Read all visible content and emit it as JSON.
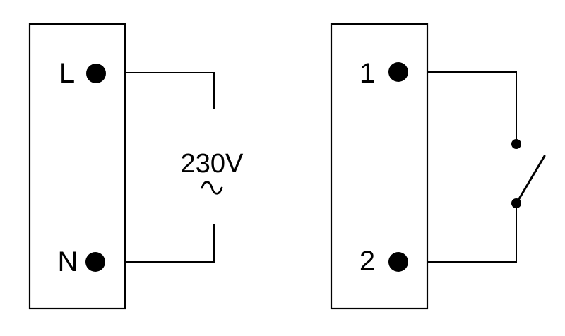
{
  "page": {
    "background": "#ffffff",
    "line_color": "#000000"
  },
  "left_unit": {
    "terminals": [
      {
        "label": "L"
      },
      {
        "label": "N"
      }
    ],
    "supply": {
      "voltage": "230V",
      "icons": {
        "ac-waveform-icon": "∼"
      }
    }
  },
  "right_unit": {
    "terminals": [
      {
        "label": "1"
      },
      {
        "label": "2"
      }
    ],
    "switch": {
      "state": "open"
    }
  }
}
